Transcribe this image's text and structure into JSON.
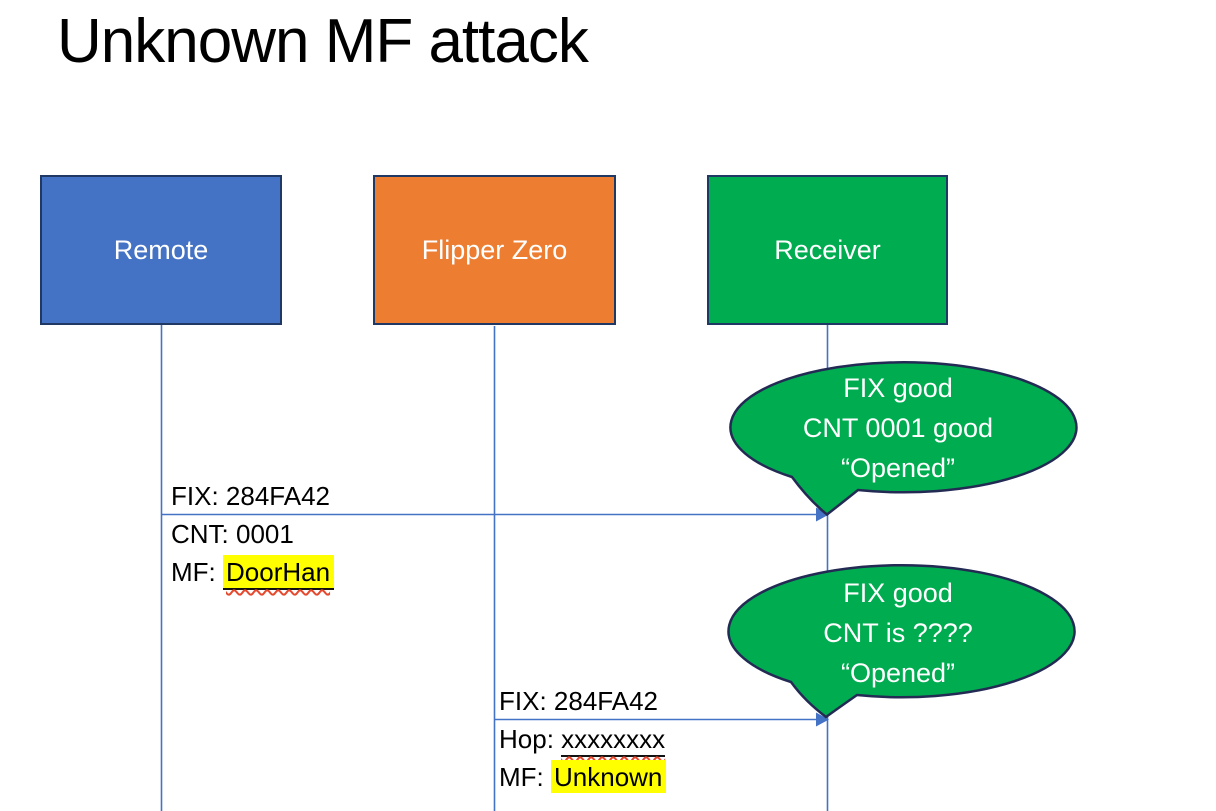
{
  "title": "Unknown MF attack",
  "actors": {
    "remote": {
      "label": "Remote",
      "fill": "#4472C4"
    },
    "flipper": {
      "label": "Flipper Zero",
      "fill": "#ED7D31"
    },
    "receiver": {
      "label": "Receiver",
      "fill": "#00AC50"
    }
  },
  "messages": {
    "m1": {
      "line1": "FIX: 284FA42",
      "line2": "CNT: 0001",
      "line3_prefix": "MF: ",
      "line3_value": "DoorHan"
    },
    "m2": {
      "line1": "FIX: 284FA42",
      "line2_prefix": "Hop: ",
      "line2_value": "xxxxxxxx",
      "line3_prefix": "MF: ",
      "line3_value": "Unknown"
    }
  },
  "callouts": {
    "c1": {
      "line1": "FIX good",
      "line2": "CNT 0001 good",
      "line3": "“Opened”"
    },
    "c2": {
      "line1": "FIX good",
      "line2": "CNT is ????",
      "line3": "“Opened”"
    }
  },
  "colors": {
    "actor_border": "#1F3864",
    "callout_fill": "#00AC50",
    "callout_border": "#232A54",
    "connector": "#4472C4",
    "highlight": "#FFFF00",
    "spellcheck_underline": "#E5492E",
    "title_text": "#000000",
    "actor_text": "#FFFFFF",
    "callout_text": "#FFFFFF",
    "message_text": "#000000"
  }
}
